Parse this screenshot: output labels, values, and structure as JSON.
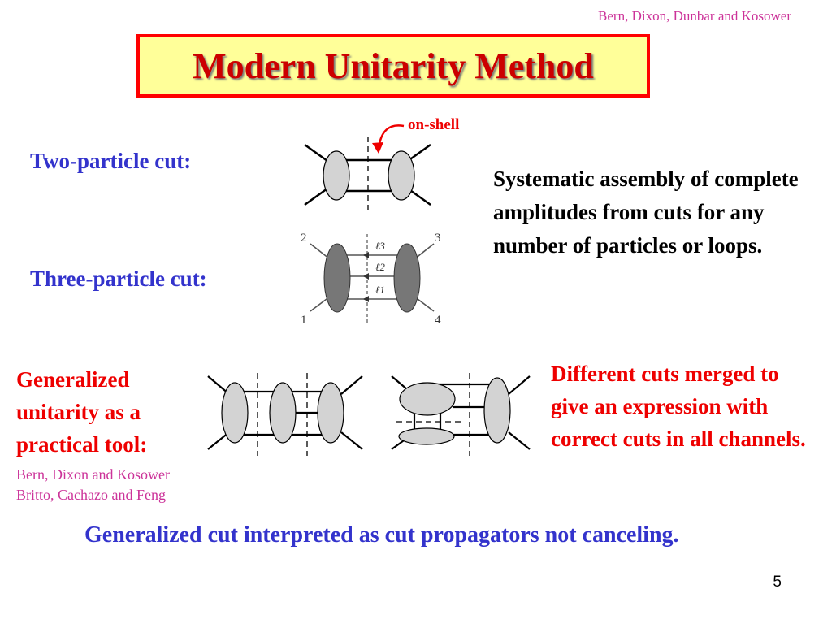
{
  "header": {
    "authors": "Bern, Dixon, Dunbar and Kosower"
  },
  "title": "Modern Unitarity Method",
  "labels": {
    "on_shell": "on-shell",
    "two_particle_cut": "Two-particle cut:",
    "three_particle_cut": "Three-particle cut:"
  },
  "diagram_three": {
    "legs": {
      "top_left": "2",
      "top_right": "3",
      "bottom_left": "1",
      "bottom_right": "4"
    },
    "lines": {
      "l3": "ℓ3",
      "l2": "ℓ2",
      "l1": "ℓ1"
    }
  },
  "systematic_text": "Systematic assembly of complete amplitudes from cuts for any number of particles or loops.",
  "generalized_text": "Generalized unitarity as a practical tool:",
  "refs": [
    "Bern, Dixon and Kosower",
    "Britto, Cachazo and Feng"
  ],
  "different": {
    "main": "Different cuts merged to give an expression with correct cuts in all channels",
    "period": "."
  },
  "bottom_line": "Generalized cut interpreted as cut propagators not canceling.",
  "page_number": "5",
  "colors": {
    "title_red": "#cc0000",
    "title_box_bg": "#ffff99",
    "title_border": "#ff0000",
    "blue": "#3333cc",
    "red": "#ee0000",
    "pink": "#cc3399"
  }
}
